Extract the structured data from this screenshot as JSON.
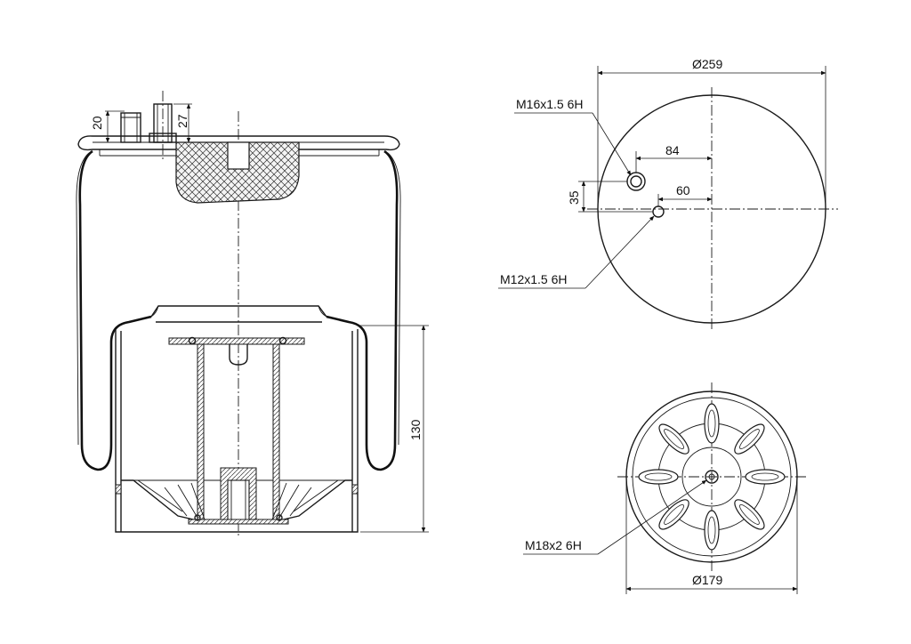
{
  "side_view": {
    "dim_stud_left": "20",
    "dim_stud_right": "27",
    "dim_height": "130"
  },
  "top_view": {
    "dim_diameter": "Ø259",
    "dim_offset_large": "84",
    "dim_offset_small": "60",
    "dim_vertical": "35",
    "thread_upper": "M16x1.5 6H",
    "thread_lower": "M12x1.5 6H"
  },
  "bottom_view": {
    "dim_diameter": "Ø179",
    "thread_center": "M18x2 6H"
  }
}
